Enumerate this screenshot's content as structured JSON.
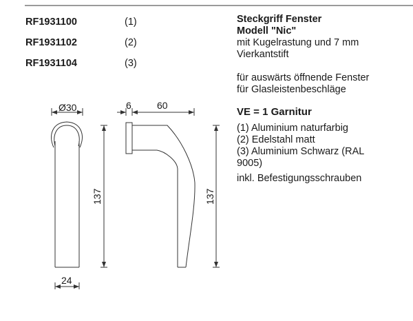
{
  "article_numbers": [
    {
      "code": "RF1931100",
      "variant": "(1)"
    },
    {
      "code": "RF1931102",
      "variant": "(2)"
    },
    {
      "code": "RF1931104",
      "variant": "(3)"
    }
  ],
  "description": {
    "title_line1": "Steckgriff Fenster",
    "title_line2": "Modell \"Nic\"",
    "feature_line1": "mit Kugelrastung und 7 mm",
    "feature_line2": "Vierkantstift",
    "usage_line1": "für auswärts öffnende Fenster",
    "usage_line2": "für Glasleistenbeschläge",
    "packaging": "VE = 1 Garnitur",
    "finishes": [
      "(1) Aluminium naturfarbig",
      "(2) Edelstahl matt",
      "(3) Aluminium Schwarz (RAL",
      "9005)"
    ],
    "note": "inkl. Befestigungsschrauben"
  },
  "drawing": {
    "front_view": {
      "diameter_label": "Ø30",
      "height_label": "137",
      "width_label": "24"
    },
    "side_view": {
      "rosette_label": "6",
      "projection_label": "60",
      "height_label": "137"
    },
    "line_color": "#333333"
  }
}
